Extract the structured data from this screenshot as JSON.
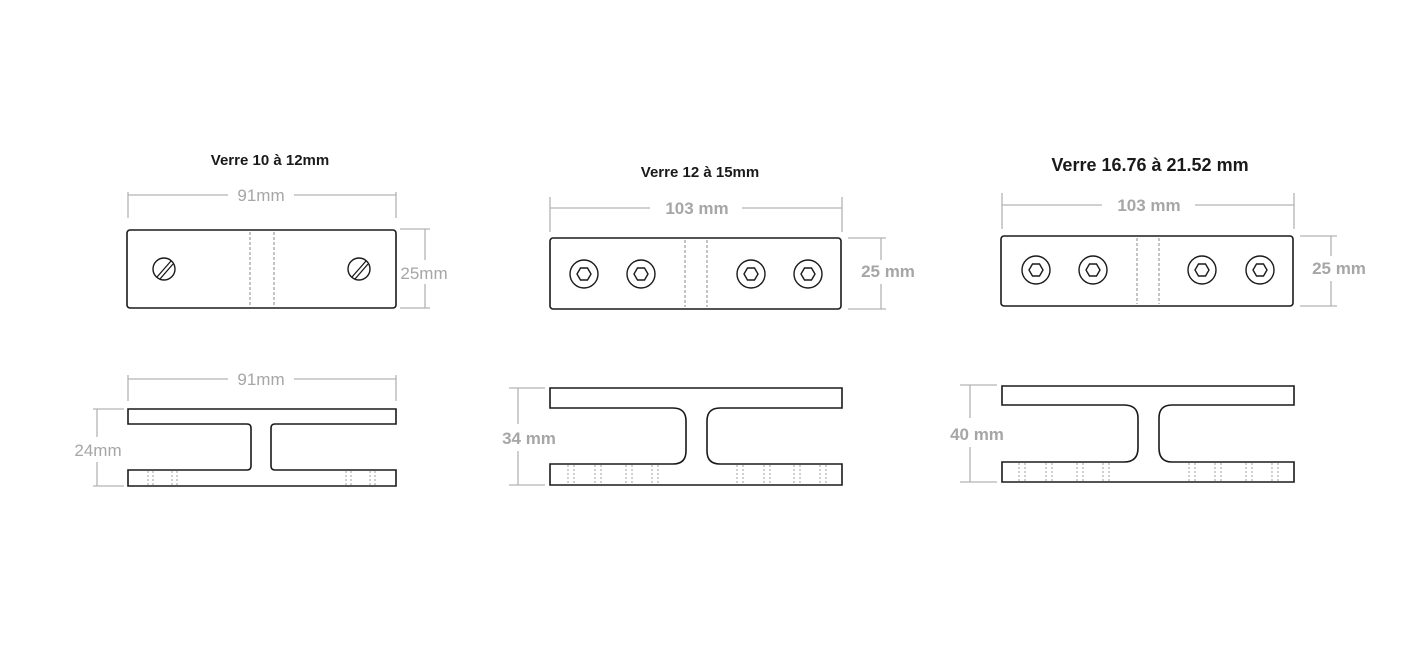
{
  "clamps": [
    {
      "title": "Verre 10 à 12mm",
      "top_width": "91mm",
      "top_height": "25mm",
      "side_width": "91mm",
      "side_height": "24mm",
      "screw_type": "slotted-screw-icon"
    },
    {
      "title": "Verre 12 à 15mm",
      "top_width": "103 mm",
      "top_height": "25 mm",
      "side_height": "34 mm",
      "screw_type": "hex-socket-screw-icon"
    },
    {
      "title": "Verre 16.76 à 21.52 mm",
      "top_width": "103 mm",
      "top_height": "25 mm",
      "side_height": "40 mm",
      "screw_type": "hex-socket-screw-icon"
    }
  ],
  "colors": {
    "outline": "#1a1a1a",
    "dimension": "#a6a6a6"
  }
}
